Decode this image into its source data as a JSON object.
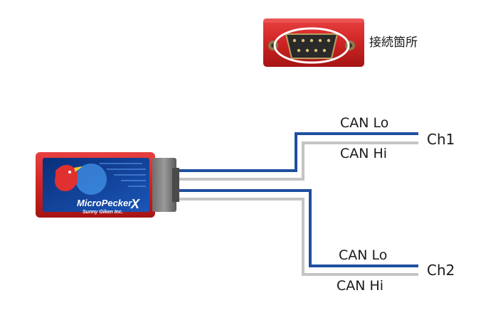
{
  "connector": {
    "caption": "接続箇所"
  },
  "device": {
    "brand": "MicroPecker",
    "brand_suffix": "X",
    "maker": "Sunny Giken Inc."
  },
  "channels": [
    {
      "name": "Ch1",
      "lo_label": "CAN Lo",
      "hi_label": "CAN Hi"
    },
    {
      "name": "Ch2",
      "lo_label": "CAN Lo",
      "hi_label": "CAN Hi"
    }
  ],
  "colors": {
    "can_lo": "#1f4fa0",
    "can_hi": "#c4c4c4",
    "device_red": "#d42a2a",
    "highlight_ring": "#ffffff"
  }
}
